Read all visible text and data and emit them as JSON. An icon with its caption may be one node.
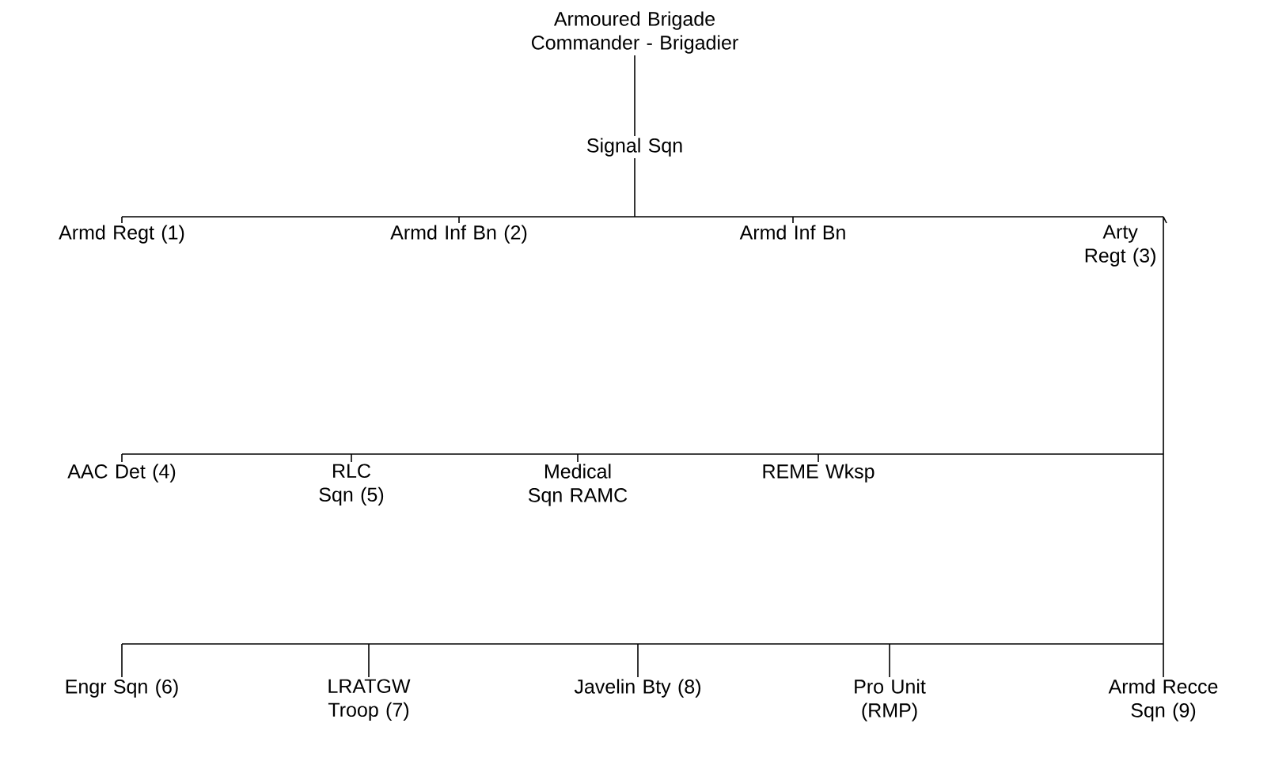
{
  "diagram": {
    "nodes": [
      {
        "text": [
          "Armoured Brigade Commander - Brigadier"
        ]
      },
      {
        "text": [
          "Signal Sqn"
        ]
      },
      {
        "text": [
          "Armd Regt (1)"
        ]
      },
      {
        "text": [
          "Armd Inf Bn (2)"
        ]
      },
      {
        "text": [
          "Armd Inf Bn"
        ]
      },
      {
        "text": [
          "Arty Regt (3)"
        ]
      },
      {
        "text": [
          "AAC Det (4)"
        ]
      },
      {
        "text": [
          "RLC Sqn (5)"
        ]
      },
      {
        "text": [
          "Medical Sqn RAMC"
        ]
      },
      {
        "text": [
          "REME Wksp"
        ]
      },
      {
        "text": [
          "Engr Sqn (6)"
        ]
      },
      {
        "text": [
          "LRATGW Troop (7)"
        ]
      },
      {
        "text": [
          "Javelin Bty (8)"
        ]
      },
      {
        "text": [
          "Pro Unit (RMP)"
        ]
      },
      {
        "text": [
          "Armd Recce Sqn (9)"
        ]
      }
    ],
    "edges": [
      {
        "from": 0,
        "to": 1,
        "arrow": "none"
      },
      {
        "from": 1,
        "to": 2,
        "arrow": "none"
      },
      {
        "from": 1,
        "to": 3,
        "arrow": "none"
      },
      {
        "from": 1,
        "to": 4,
        "arrow": "none"
      },
      {
        "from": 1,
        "to": 5,
        "arrow": "none"
      },
      {
        "from": 1,
        "to": 6,
        "arrow": "none"
      },
      {
        "from": 1,
        "to": 7,
        "arrow": "none"
      },
      {
        "from": 1,
        "to": 8,
        "arrow": "none"
      },
      {
        "from": 1,
        "to": 9,
        "arrow": "none"
      },
      {
        "from": 1,
        "to": 10,
        "arrow": "none"
      },
      {
        "from": 1,
        "to": 11,
        "arrow": "none"
      },
      {
        "from": 1,
        "to": 12,
        "arrow": "none"
      },
      {
        "from": 1,
        "to": 13,
        "arrow": "none"
      },
      {
        "from": 1,
        "to": 14,
        "arrow": "none"
      }
    ]
  }
}
